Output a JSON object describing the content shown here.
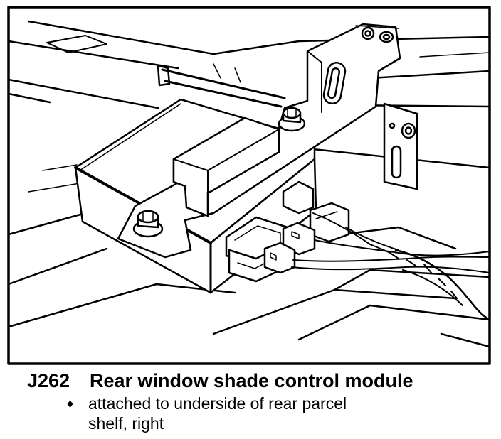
{
  "caption": {
    "code": "J262",
    "title": "Rear window shade control module",
    "bullet_symbol": "♦",
    "detail_line1": "attached to underside of rear parcel",
    "detail_line2": "shelf, right"
  }
}
